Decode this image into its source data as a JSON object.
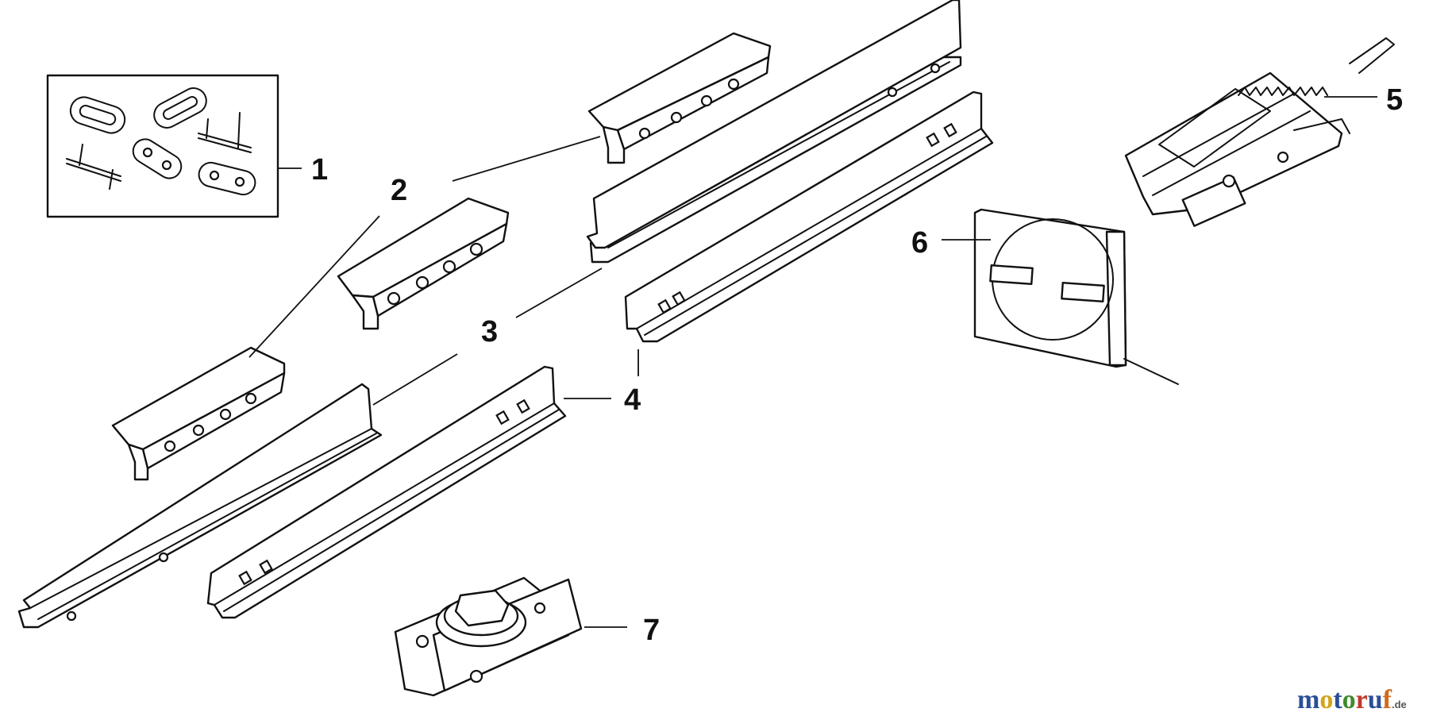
{
  "diagram": {
    "callouts": [
      {
        "id": "1",
        "label": "1"
      },
      {
        "id": "2",
        "label": "2"
      },
      {
        "id": "3",
        "label": "3"
      },
      {
        "id": "4",
        "label": "4"
      },
      {
        "id": "5",
        "label": "5"
      },
      {
        "id": "6",
        "label": "6"
      },
      {
        "id": "7",
        "label": "7"
      }
    ]
  },
  "watermark": {
    "letters": [
      "m",
      "o",
      "t",
      "o",
      "r",
      "u",
      "f"
    ],
    "letter_colors": [
      "#2a4f96",
      "#d2a41a",
      "#2a4f96",
      "#3f8a2e",
      "#c0392b",
      "#2a4f96",
      "#d26a1a"
    ],
    "suffix": ".de"
  },
  "colors": {
    "line": "#111111",
    "background": "#ffffff"
  }
}
